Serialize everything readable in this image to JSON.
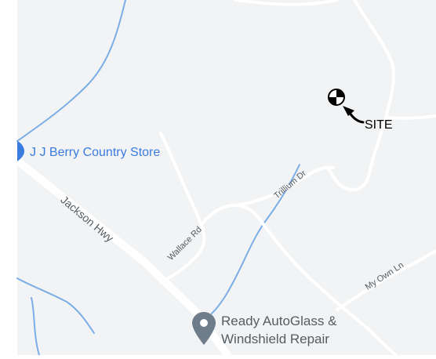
{
  "map": {
    "colors": {
      "land": "#f2f3f4",
      "water": "#7baee6",
      "road_major": "#ffffff",
      "road_minor": "#ffffff",
      "poi_blue": "#3a7be0",
      "poi_gray": "#6f7d8a",
      "label": "#555c63",
      "site_marker": "#000000"
    },
    "roads": {
      "jackson_hwy": "Jackson Hwy",
      "wallace_rd": "Wallace Rd",
      "trillium_dr": "Trillium Dr",
      "my_own_ln": "My Own Ln"
    },
    "pois": {
      "store_name": "J J Berry Country Store",
      "repair_line1": "Ready AutoGlass &",
      "repair_line2": "Windshield Repair"
    },
    "site": {
      "label": "SITE",
      "icon": "target-crosshair-icon"
    }
  }
}
